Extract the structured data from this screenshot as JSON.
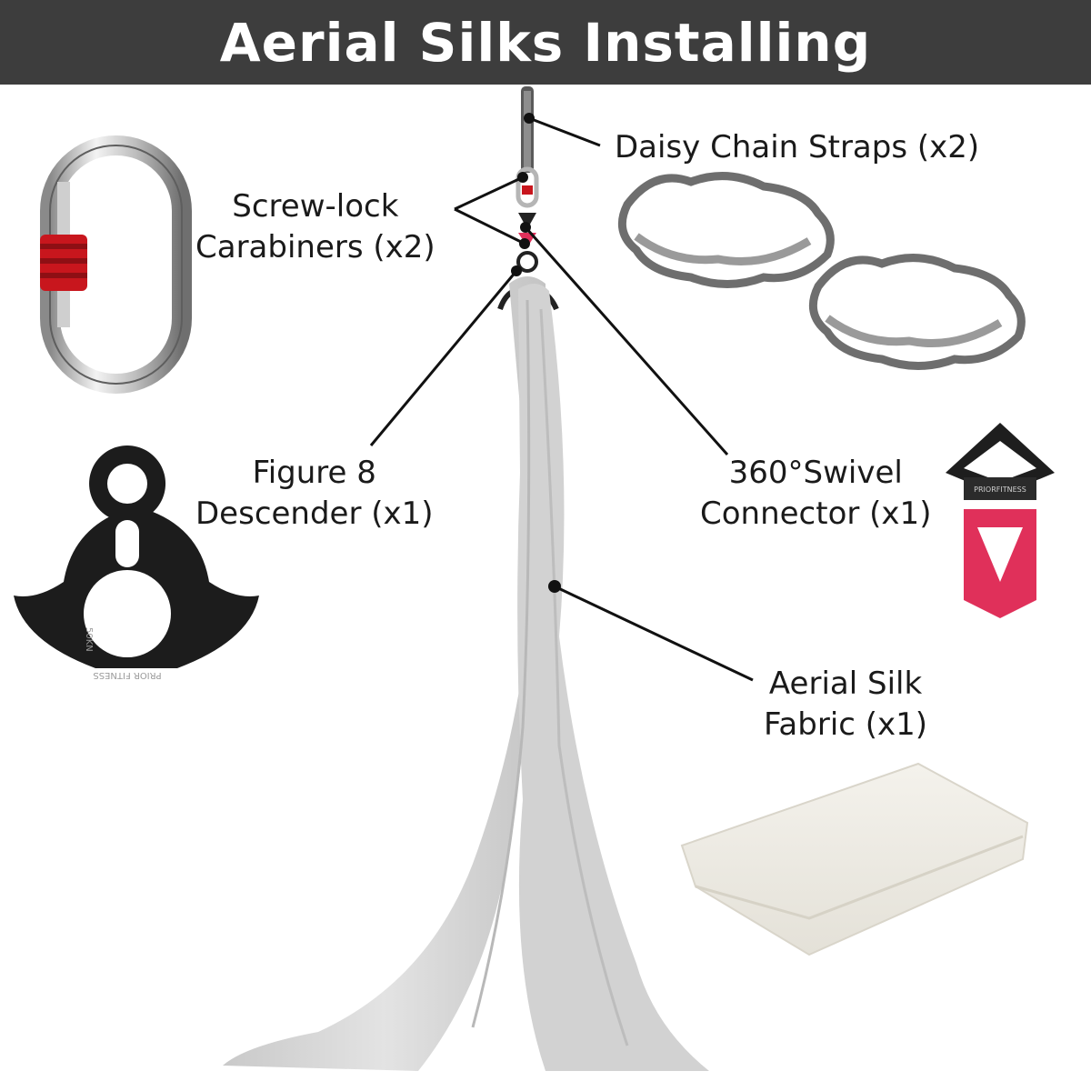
{
  "header": {
    "title": "Aerial Silks Installing"
  },
  "labels": {
    "daisy_chain": "Daisy Chain Straps (x2)",
    "carabiners_line1": "Screw-lock",
    "carabiners_line2": "Carabiners (x2)",
    "figure8_line1": "Figure 8",
    "figure8_line2": "Descender (x1)",
    "swivel_line1": "360°Swivel",
    "swivel_line2": "Connector (x1)",
    "silk_line1": "Aerial Silk",
    "silk_line2": "Fabric (x1)"
  },
  "product_markings": {
    "swivel_brand": "PRIORFITNESS",
    "descender_brand": "PRIOR FITNESS",
    "descender_rating": "50KN"
  },
  "colors": {
    "header_bg": "#3d3d3d",
    "carabiner_lock": "#c8161d",
    "swivel_top": "#1e1e1e",
    "swivel_bottom": "#e0305a",
    "silk": "#d9d9d9"
  }
}
